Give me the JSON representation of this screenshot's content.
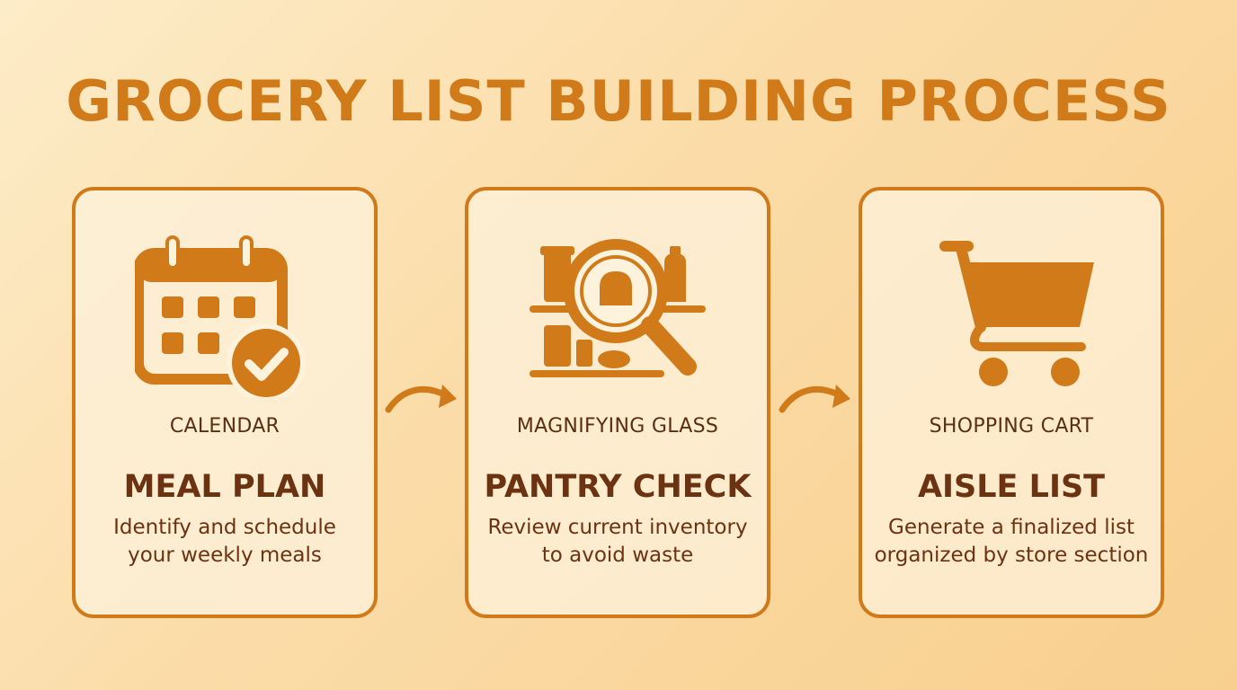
{
  "title": "GROCERY LIST BUILDING PROCESS",
  "accent_color": "#d17a1a",
  "text_color": "#6b3312",
  "steps": [
    {
      "icon": "calendar-icon",
      "icon_label": "CALENDAR",
      "title": "MEAL PLAN",
      "desc_line1": "Identify and schedule",
      "desc_line2": "your weekly meals"
    },
    {
      "icon": "magnifying-glass-icon",
      "icon_label": "MAGNIFYING GLASS",
      "title": "PANTRY CHECK",
      "desc_line1": "Review current inventory",
      "desc_line2": "to avoid waste"
    },
    {
      "icon": "shopping-cart-icon",
      "icon_label": "SHOPPING CART",
      "title": "AISLE LIST",
      "desc_line1": "Generate a finalized list",
      "desc_line2": "organized by store section"
    }
  ]
}
